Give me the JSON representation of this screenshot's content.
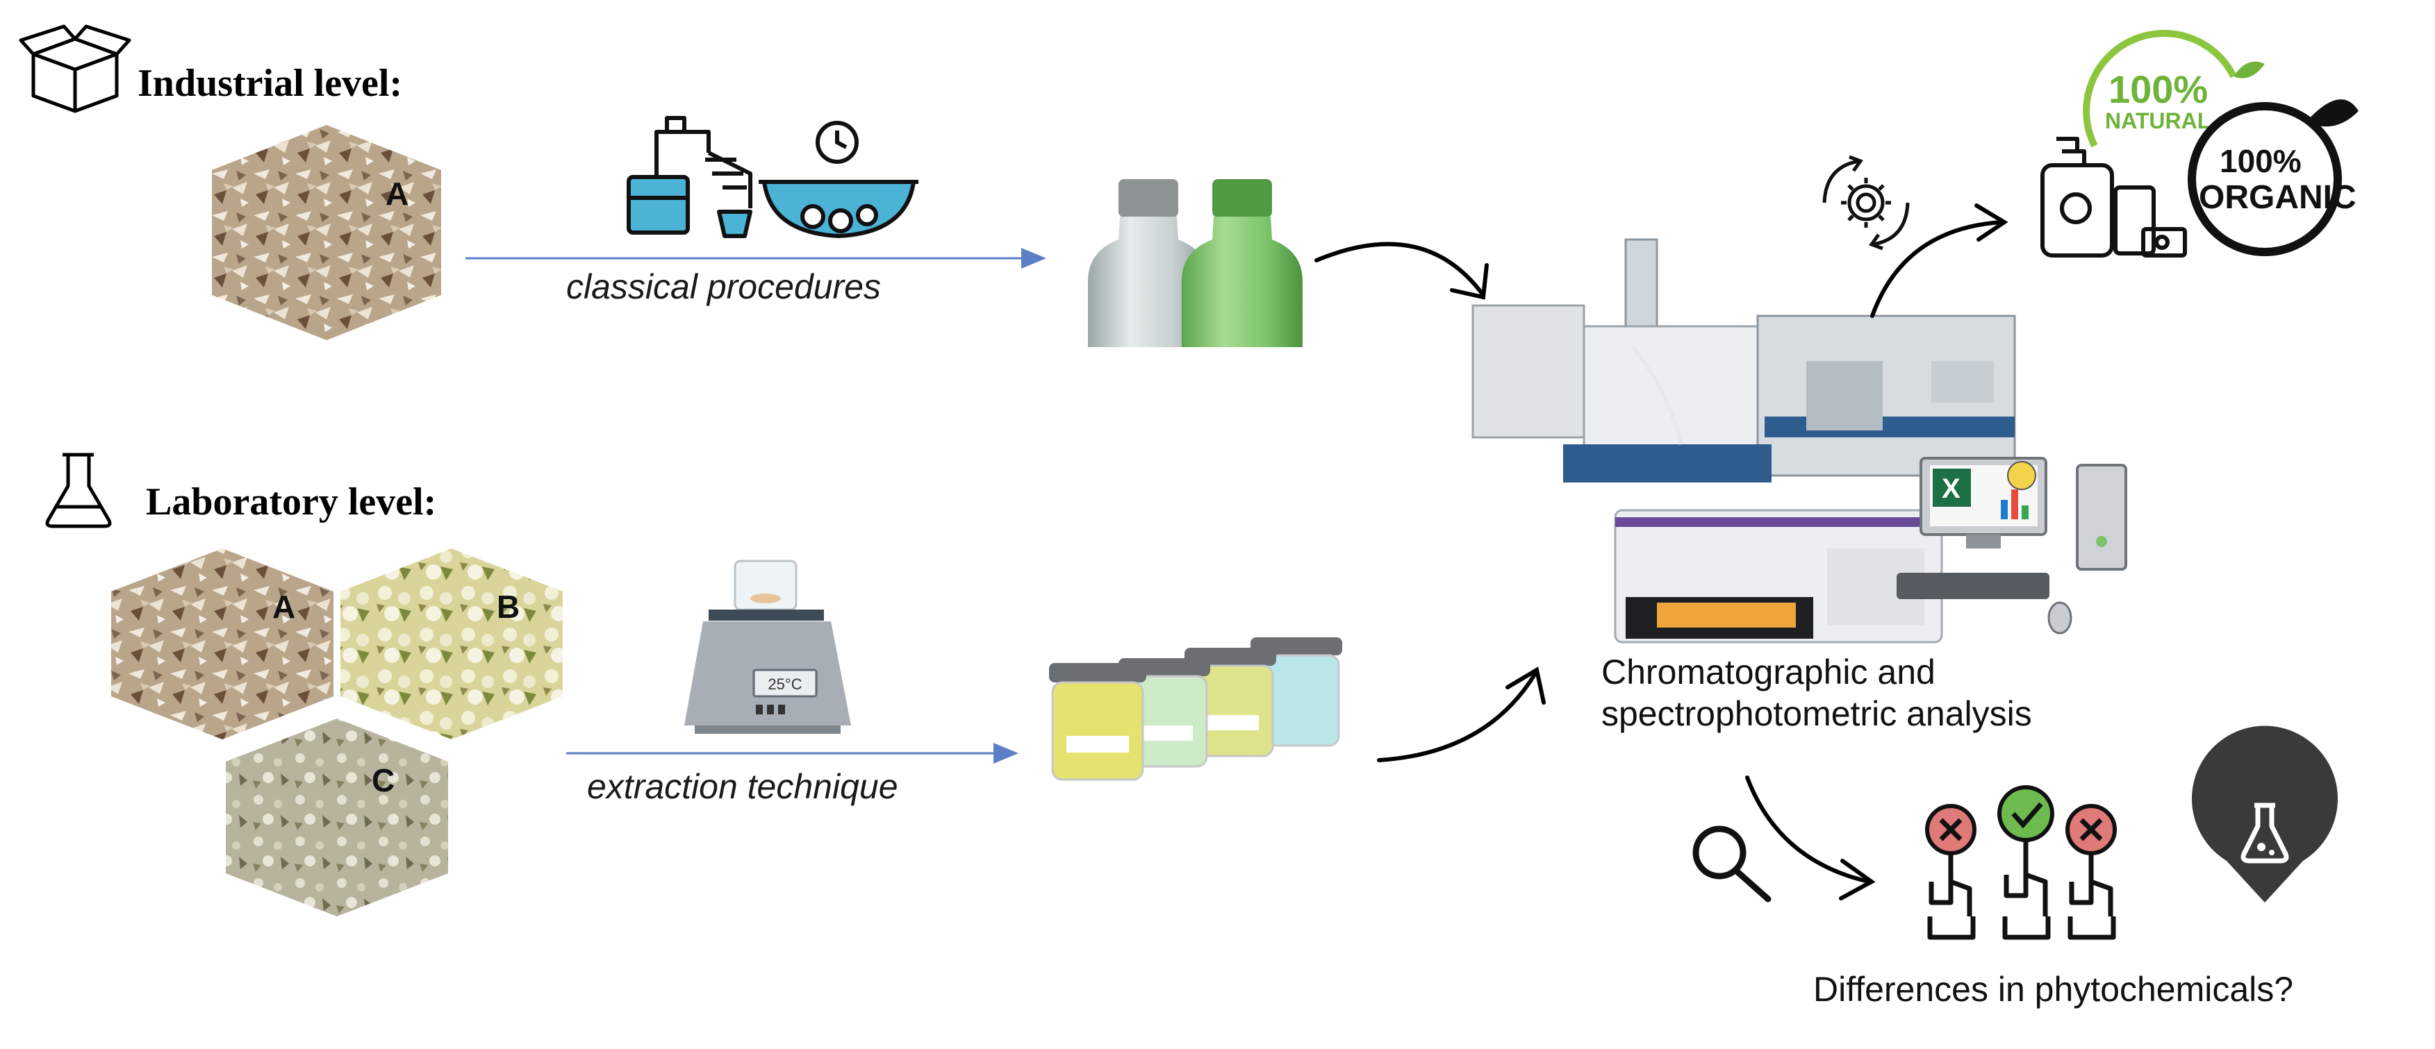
{
  "levels": {
    "industrial_label": "Industrial level:",
    "laboratory_label": "Laboratory level:"
  },
  "methods": {
    "industrial": "classical procedures",
    "laboratory": "extraction technique"
  },
  "samples": {
    "industrial": [
      "A"
    ],
    "laboratory": [
      "A",
      "B",
      "C"
    ]
  },
  "analysis": {
    "line1": "Chromatographic and",
    "line2": "spectrophotometric analysis"
  },
  "question": "Differences in phytochemicals?",
  "badges": {
    "natural_percent": "100%",
    "natural_word": "NATURAL",
    "organic_percent": "100%",
    "organic_word": "ORGANIC"
  },
  "hotplate_display": "25°C",
  "colors": {
    "arrow_blue": "#5b7fc4",
    "flask_green": "#7cc46a",
    "hex_tan": "#b9a58a",
    "hex_yellow": "#d9d59a",
    "hex_grey": "#b8b39c",
    "icon_teal": "#4bb3d6",
    "instrument_blue": "#2f5c8f",
    "pin_dark": "#3a3a3a"
  },
  "icons": [
    "box-icon",
    "flask-icon",
    "distillation-icon",
    "bowl-timer-icon",
    "gear-cycle-icon",
    "cosmetics-icon",
    "computer-icon",
    "magnifier-icon",
    "robot-hands-icon",
    "lab-pin-icon"
  ]
}
